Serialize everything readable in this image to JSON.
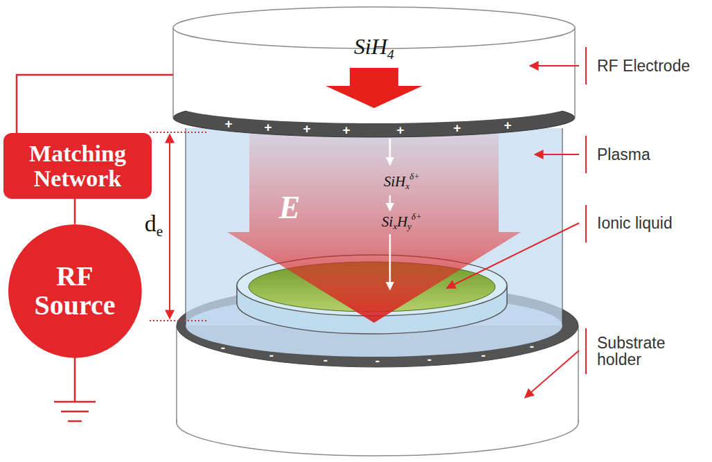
{
  "diagram": {
    "nodes": [
      {
        "text": [
          "Matching Network"
        ]
      },
      {
        "text": [
          "RF Source"
        ]
      }
    ],
    "edges": [
      {
        "from": 0,
        "to": 1,
        "arrow": "none"
      }
    ],
    "labels": [
      "SiH4",
      "E",
      "SiHxδ+",
      "SixHyδ+",
      "de",
      "RF Electrode",
      "Plasma",
      "Ionic liquid",
      "Substrate holder",
      "+",
      "+",
      "+",
      "+",
      "+",
      "+",
      "+",
      "-",
      "-",
      "-",
      "-",
      "-",
      "-",
      "-"
    ]
  }
}
